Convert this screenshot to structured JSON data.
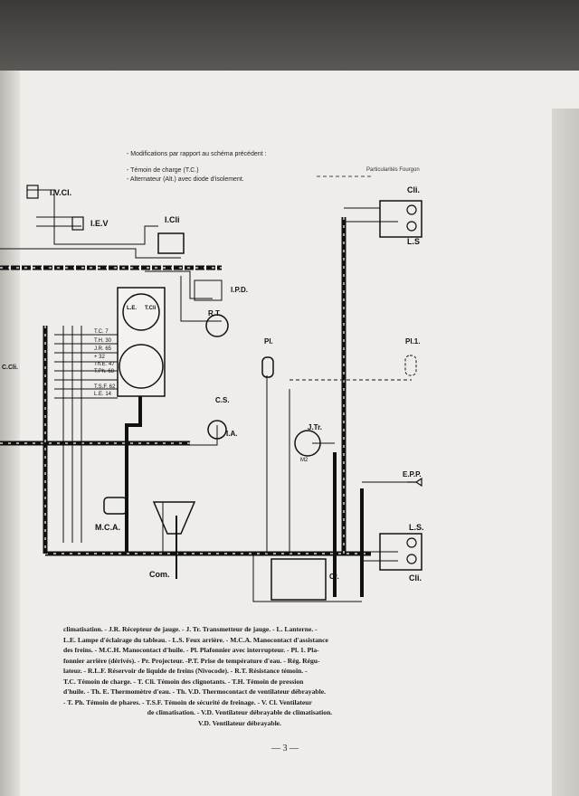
{
  "notes": {
    "title": "- Modifications par rapport au schéma précédent :",
    "item1": "- Témoin de charge (T.C.)",
    "item2": "- Alternateur (Alt.) avec diode d'isolement.",
    "faurgon": "Particularités Fourgon"
  },
  "components": {
    "ivcl": "I.V.Cl.",
    "iev": "I.E.V",
    "icli": "I.Cli",
    "cli_top": "Cli.",
    "ls_top": "L.S",
    "ipd": "I.P.D.",
    "rt": "R.T.",
    "le": "L.E.",
    "tcli": "T.Cli",
    "pl": "Pl.",
    "pl1": "Pl.1.",
    "ccli": "C.Cli.",
    "cs": "C.S.",
    "ia": "I.A.",
    "jtr": "J.Tr.",
    "m2": "M2",
    "epp": "E.P.P.",
    "mca": "M.C.A.",
    "ls_bottom": "L.S.",
    "cli_bottom": "Cli.",
    "com": "Com.",
    "cr": "Cr."
  },
  "terminals": {
    "tc": "T.C. 7",
    "th": "T.H. 30",
    "jr": "J.R. 65",
    "plus": "+ 32",
    "the": "Th.E. 47",
    "tph": "T.Ph. 68",
    "tsf": "T.S.F. 62",
    "le": "L.E. 14"
  },
  "caption": [
    "climatisation. - J.R. Récepteur de jauge. - J. Tr. Transmetteur de jauge. - L. Lanterne. -",
    "L.E. Lampe d'éclairage du tableau. - L.S. Feux arrière. - M.C.A. Manocontact d'assistance",
    "des freins. - M.C.H. Manocontact d'huile. - Pl. Plafonnier avec interrupteur. - Pl. 1. Pla-",
    "fonnier arrière (dérivés). - Pr. Projecteur. -P.T. Prise de température d'eau. - Rég. Régu-",
    "lateur. - R.L.F. Réservoir de liquide de freins (Nivocode). - R.T. Résistance témoin. -",
    "T.C. Témoin de charge. - T. Cli. Témoin des clignotants. - T.H. Témoin de pression",
    "d'huile. - Th. E. Thermomètre d'eau. - Th. V.D. Thermocontact de ventilateur débrayable.",
    "- T. Ph. Témoin de phares. - T.S.F. Témoin de sécurité de freinage. - V. Cl. Ventilateur",
    "de climatisation. - V.D. Ventilateur débrayable de climatisation.",
    "V.D. Ventilateur débrayable."
  ],
  "page_number": "— 3 —"
}
